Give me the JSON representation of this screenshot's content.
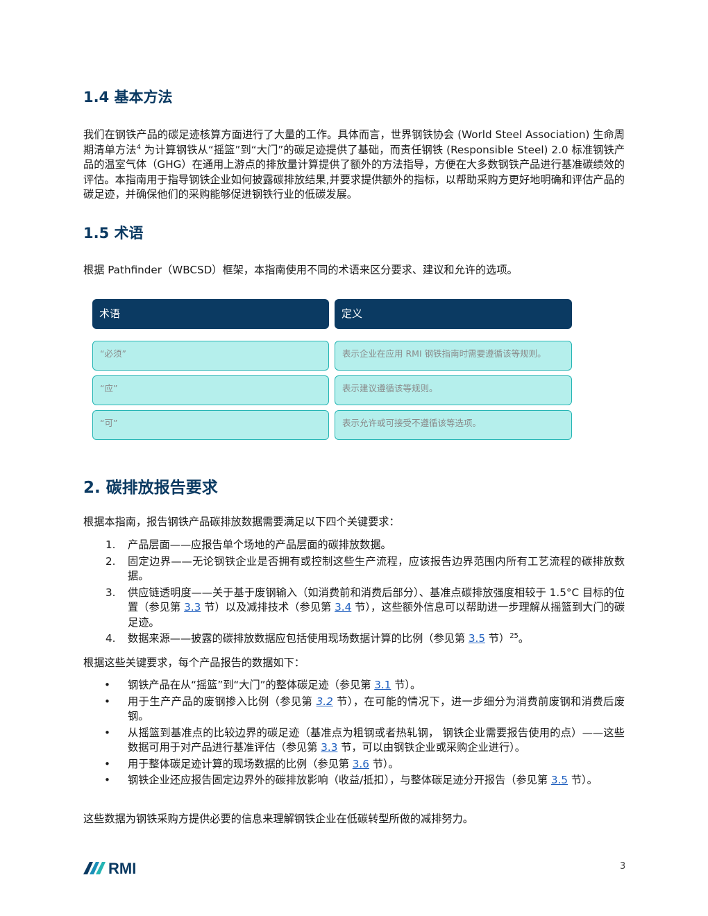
{
  "sections": {
    "s14_title": "1.4 基本方法",
    "s14_p1": "我们在钢铁产品的碳足迹核算方面进行了大量的工作。具体而言，世界钢铁协会 (World Steel Association) 生命周期清单方法",
    "s14_sup": "4",
    "s14_p2": " 为计算钢铁从“摇篮”到“大门”的碳足迹提供了基础，而责任钢铁 (Responsible Steel) 2.0 标准钢铁产品的温室气体（GHG）在通用上游点的排放量计算提供了额外的方法指导，方便在大多数钢铁产品进行基准碳绩效的评估。本指南用于指导钢铁企业如何披露碳排放结果,并要求提供额外的指标，以帮助采购方更好地明确和评估产品的碳足迹，并确保他们的采购能够促进钢铁行业的低碳发展。",
    "s15_title": "1.5 术语",
    "s15_p": "根据 Pathfinder（WBCSD）框架，本指南使用不同的术语来区分要求、建议和允许的选项。",
    "s2_title": "2. 碳排放报告要求",
    "s2_intro": "根据本指南，报告钢铁产品碳排放数据需要满足以下四个关键要求：",
    "s2_after": "根据这些关键要求，每个产品报告的数据如下：",
    "s2_closing": "这些数据为钢铁采购方提供必要的信息来理解钢铁企业在低碳转型所做的减排努力。"
  },
  "terms_table": {
    "header_term": "术语",
    "header_def": "定义",
    "rows": [
      {
        "term": "“必须”",
        "def": "表示企业在应用 RMI 钢铁指南时需要遵循该等规则。"
      },
      {
        "term": "“应”",
        "def": "表示建议遵循该等规则。"
      },
      {
        "term": "“可”",
        "def": "表示允许或可接受不遵循该等选项。"
      }
    ]
  },
  "requirements": [
    {
      "num": "1.",
      "a": "产品层面——应报告单个场地的产品层面的碳排放数据。"
    },
    {
      "num": "2.",
      "a": "固定边界——无论钢铁企业是否拥有或控制这些生产流程，应该报告边界范围内所有工艺流程的碳排放数据。"
    },
    {
      "num": "3.",
      "a": "供应链透明度——关于基于废钢输入（如消费前和消费后部分）、基准点碳排放强度相较于 1.5°C 目标的位置（参见第 ",
      "link1": "3.3",
      "b": " 节）以及减排技术（参见第 ",
      "link2": "3.4",
      "c": " 节），这些额外信息可以帮助进一步理解从摇篮到大门的碳足迹。"
    },
    {
      "num": "4.",
      "a": "数据来源——披露的碳排放数据应包括使用现场数据计算的比例（参见第 ",
      "link1": "3.5",
      "b": " 节）",
      "sup": "25",
      "c": "。"
    }
  ],
  "bullets": [
    {
      "bullet": "•",
      "a": "钢铁产品在从“摇篮”到“大门”的整体碳足迹（参见第 ",
      "link": "3.1",
      "b": " 节）。"
    },
    {
      "bullet": "•",
      "a": "用于生产产品的废钢掺入比例（参见第 ",
      "link": "3.2",
      "b": " 节），在可能的情况下，进一步细分为消费前废钢和消费后废钢。"
    },
    {
      "bullet": "•",
      "a": "从摇篮到基准点的比较边界的碳足迹（基准点为粗钢或者热轧钢， 钢铁企业需要报告使用的点）——这些数据可用于对产品进行基准评估（参见第 ",
      "link": "3.3",
      "b": " 节，可以由钢铁企业或采购企业进行）。"
    },
    {
      "bullet": "•",
      "a": "用于整体碳足迹计算的现场数据的比例（参见第 ",
      "link": "3.6",
      "b": " 节）。"
    },
    {
      "bullet": "•",
      "a": "钢铁企业还应报告固定边界外的碳排放影响（收益/抵扣），与整体碳足迹分开报告（参见第 ",
      "link": "3.5",
      "b": " 节）。"
    }
  ],
  "footer": {
    "logo_text": "RMI",
    "page_number": "3"
  },
  "colors": {
    "heading": "#0b3a62",
    "table_header": "#0b3a62",
    "table_cell": "#b5efec",
    "table_border": "#25b5b4",
    "link": "#1f5fbf",
    "logo": "#0b3a62"
  }
}
